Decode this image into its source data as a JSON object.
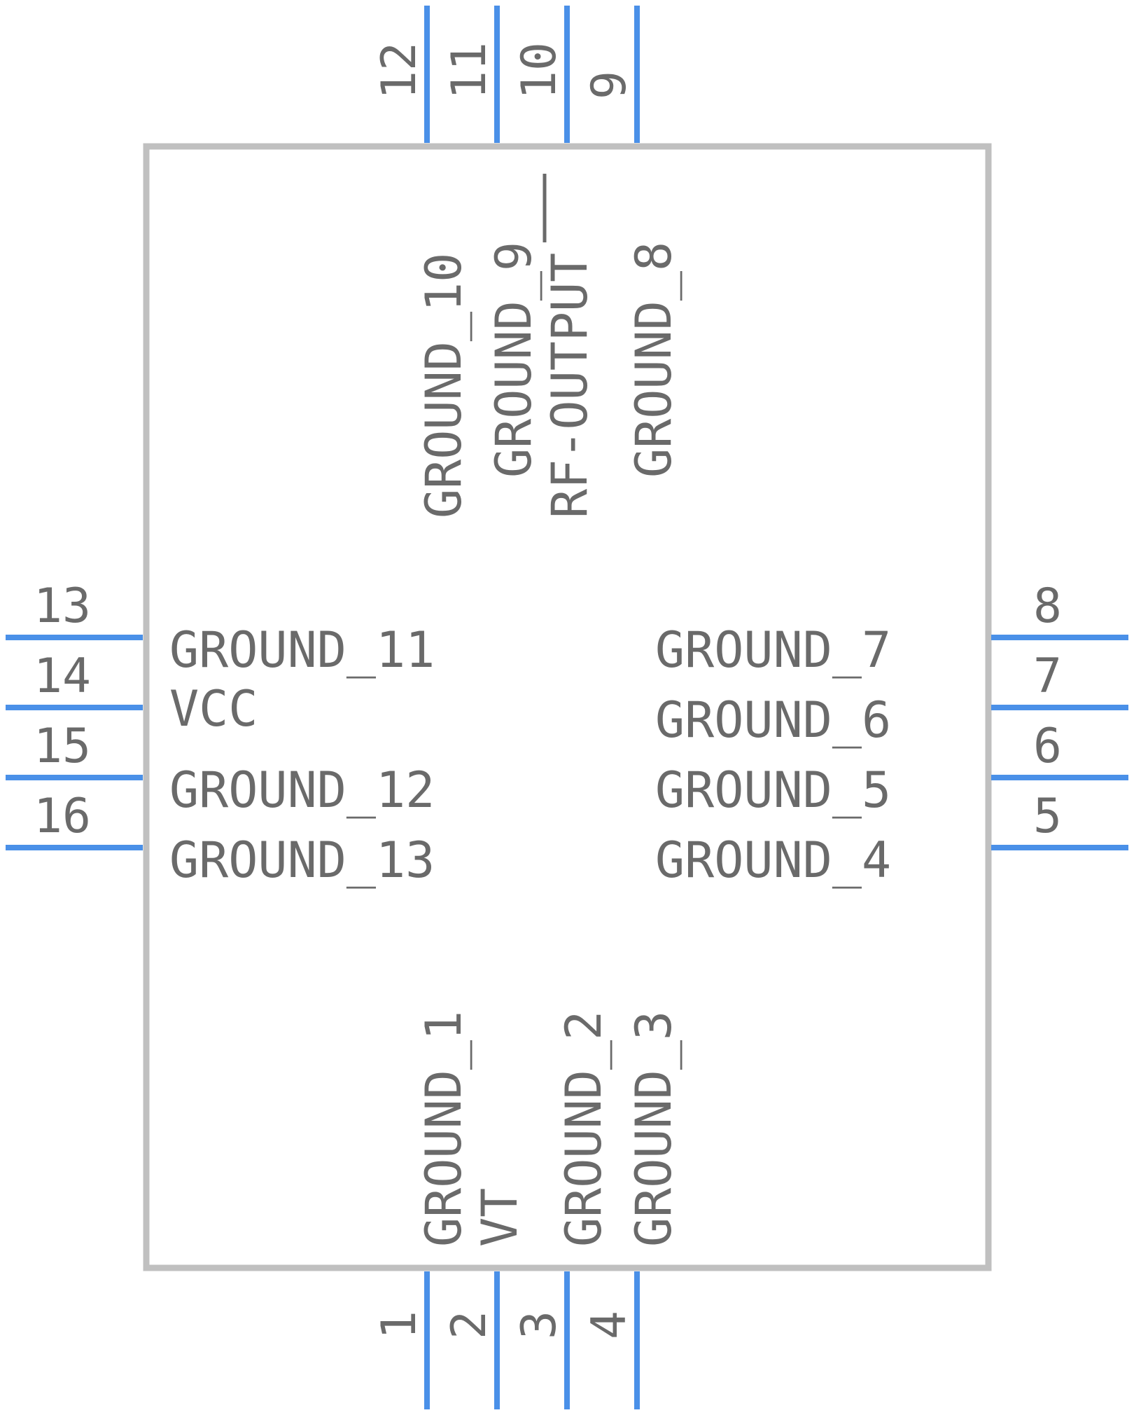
{
  "colors": {
    "body_outline": "#c0c0c0",
    "pin_line": "#4a90e8",
    "text": "#6a6a6a",
    "background": "#ffffff"
  },
  "pins": [
    {
      "number": "1",
      "name": "GROUND_1",
      "side": "bottom"
    },
    {
      "number": "2",
      "name": "VT",
      "side": "bottom"
    },
    {
      "number": "3",
      "name": "GROUND_2",
      "side": "bottom"
    },
    {
      "number": "4",
      "name": "GROUND_3",
      "side": "bottom"
    },
    {
      "number": "5",
      "name": "GROUND_4",
      "side": "right"
    },
    {
      "number": "6",
      "name": "GROUND_5",
      "side": "right"
    },
    {
      "number": "7",
      "name": "GROUND_6",
      "side": "right"
    },
    {
      "number": "8",
      "name": "GROUND_7",
      "side": "right"
    },
    {
      "number": "9",
      "name": "GROUND_8",
      "side": "top"
    },
    {
      "number": "10",
      "name": "RF-OUTPUT",
      "side": "top"
    },
    {
      "number": "11",
      "name": "GROUND_9",
      "side": "top"
    },
    {
      "number": "12",
      "name": "GROUND_10",
      "side": "top"
    },
    {
      "number": "13",
      "name": "GROUND_11",
      "side": "left"
    },
    {
      "number": "14",
      "name": "VCC",
      "side": "left"
    },
    {
      "number": "15",
      "name": "GROUND_12",
      "side": "left"
    },
    {
      "number": "16",
      "name": "GROUND_13",
      "side": "left"
    }
  ]
}
